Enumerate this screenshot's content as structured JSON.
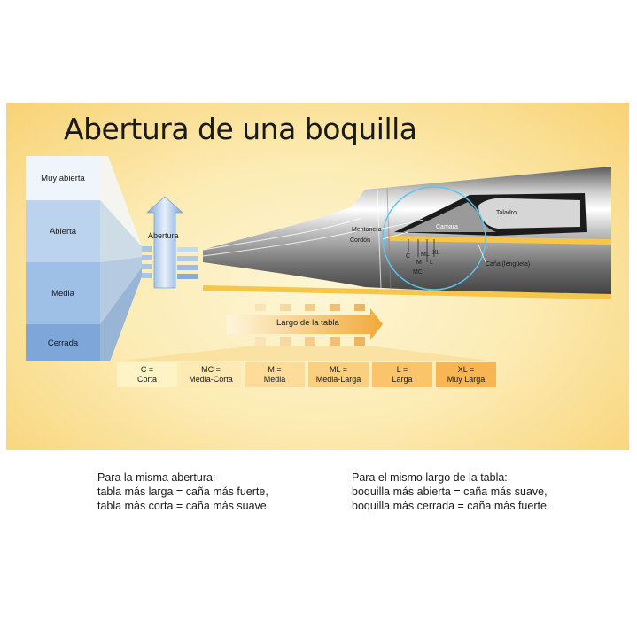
{
  "title": "Abertura de una boquilla",
  "aperture_levels": [
    "Muy abierta",
    "Abierta",
    "Media",
    "Cerrada"
  ],
  "aperture_label": "Abertura",
  "table_length_label": "Largo de la tabla",
  "table_lengths": [
    {
      "code": "C =",
      "name": "Corta",
      "color": "#fdf3c4"
    },
    {
      "code": "MC =",
      "name": "Media-Corta",
      "color": "#fde9b3"
    },
    {
      "code": "M =",
      "name": "Media",
      "color": "#fcdc98"
    },
    {
      "code": "ML =",
      "name": "Media-Larga",
      "color": "#fbcf80"
    },
    {
      "code": "L =",
      "name": "Larga",
      "color": "#f9c46a"
    },
    {
      "code": "XL =",
      "name": "Muy Larga",
      "color": "#f7b653"
    }
  ],
  "mouthpiece_labels": {
    "taladro": "Taladro",
    "camara": "Camara",
    "mentonera": "Mentonera",
    "cordon": "Cordón",
    "cana": "Caña (lengüeta)",
    "c": "C",
    "m": "M",
    "ml": "ML",
    "l": "L",
    "xl": "XL",
    "mc": "MC"
  },
  "notes": {
    "left": [
      "Para la misma abertura:",
      "tabla más larga = caña más fuerte,",
      "tabla más corta = caña más suave."
    ],
    "right": [
      "Para el mismo largo de la tabla:",
      "boquilla más abierta = caña más suave,",
      "boquilla más cerrada = caña más fuerte."
    ]
  },
  "colors": {
    "background_center": "#fdf6d6",
    "background_edge": "#f7cf6b",
    "aperture_blue": "#7fa8d8",
    "reed": "#f5c64a"
  }
}
